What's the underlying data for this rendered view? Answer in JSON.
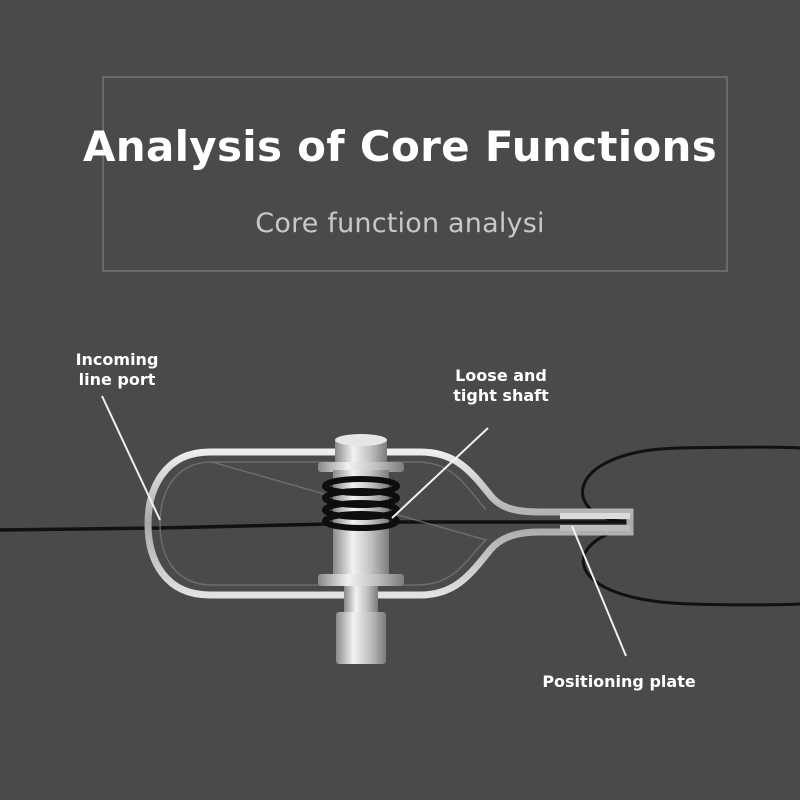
{
  "header": {
    "title": "Analysis of Core Functions",
    "subtitle": "Core function analysi"
  },
  "labels": {
    "incoming_line": [
      "Incoming",
      "line port"
    ],
    "shaft": [
      "Loose and",
      "tight shaft"
    ],
    "plate": "Positioning plate"
  },
  "colors": {
    "background": "#4a4a4a",
    "frame": "#6a6a6a",
    "text": "#ffffff",
    "subtitle": "#c8c8c8",
    "metal": "#c9c9c9",
    "line": "#111111"
  }
}
